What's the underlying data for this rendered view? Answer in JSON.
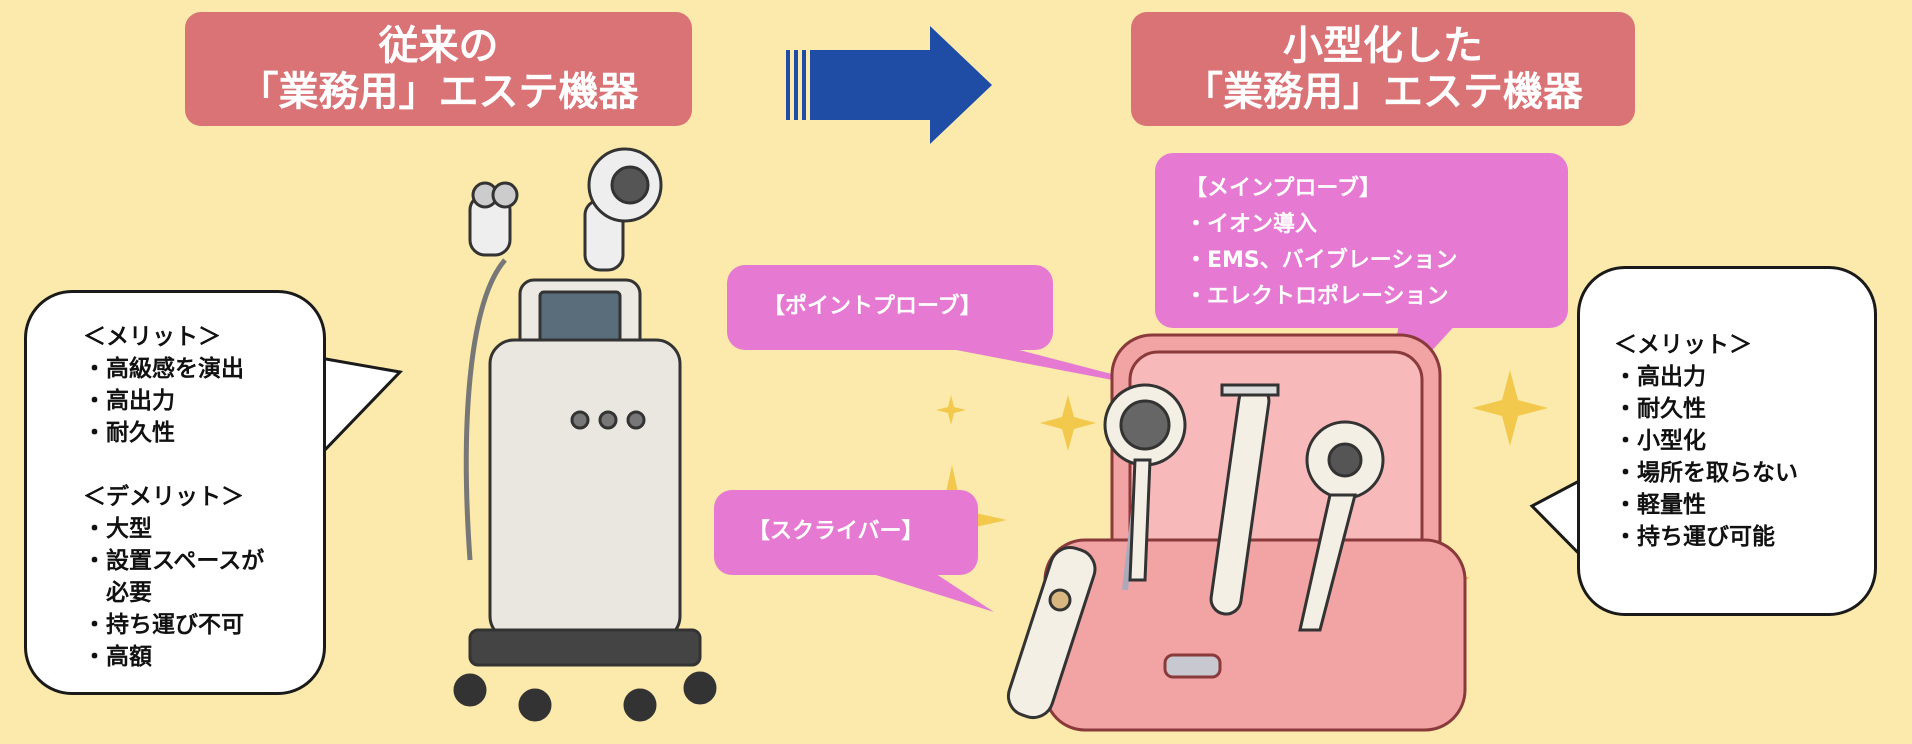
{
  "left_title": {
    "line1": "従来の",
    "line2": "「業務用」エステ機器"
  },
  "right_title": {
    "line1": "小型化した",
    "line2": "「業務用」エステ機器"
  },
  "left_bubble": {
    "merit_heading": "＜メリット＞",
    "merits": [
      "・高級感を演出",
      "・高出力",
      "・耐久性"
    ],
    "demerit_heading": "＜デメリット＞",
    "demerits": [
      "・大型",
      "・設置スペースが",
      "　必要",
      "・持ち運び不可",
      "・高額"
    ]
  },
  "right_bubble": {
    "merit_heading": "＜メリット＞",
    "merits": [
      "・高出力",
      "・耐久性",
      "・小型化",
      "・場所を取らない",
      "・軽量性",
      "・持ち運び可能"
    ]
  },
  "main_probe": {
    "heading": "【メインプローブ】",
    "items": [
      "・イオン導入",
      "・EMS、バイブレーション",
      "・エレクトロポレーション"
    ]
  },
  "point_probe": {
    "label": "【ポイントプローブ】"
  },
  "scriber": {
    "label": "【スクライバー】"
  },
  "colors": {
    "background": "#fbeaab",
    "title_box": "#d97376",
    "callout": "#e67ad2",
    "arrow": "#1f4da6"
  }
}
